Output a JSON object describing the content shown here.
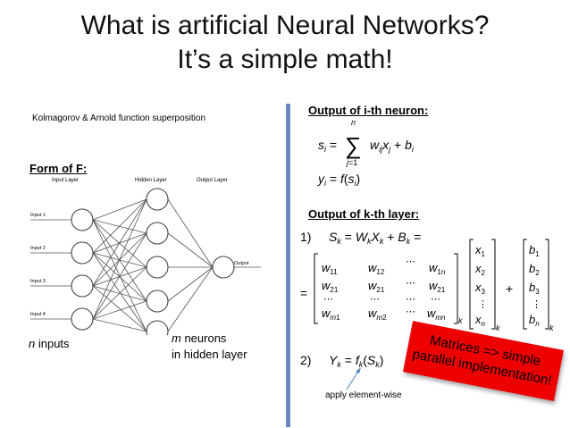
{
  "slide": {
    "title_line1": "What is artificial Neural Networks?",
    "title_line2": "It’s a simple math!",
    "kolmogorov_label": "Kolmagorov & Arnold function superposition",
    "form_label": "Form of F:",
    "inputs_var": "n",
    "inputs_text": " inputs",
    "neurons_var": "m",
    "neurons_text": " neurons",
    "neurons_line2": "in hidden layer",
    "diagram": {
      "input_layer": "Input Layer",
      "hidden_layer": "Hidden Layer",
      "output_layer": "Output Layer",
      "inputs": [
        "Input 1",
        "Input 2",
        "Input 3",
        "Input 4"
      ],
      "output": "Output"
    },
    "neuron_heading": "Output of i-th neuron:",
    "layer_heading": "Output of k-th layer:",
    "eq1_num": "1)",
    "eq2_num": "2)",
    "apply_label": "apply element-wise",
    "stamp_text": "Matrices => simple parallel implementation!",
    "accent_colors": {
      "divider": "#6b87c4",
      "stamp": "#ee0000",
      "arrow": "#4f81bd"
    }
  }
}
